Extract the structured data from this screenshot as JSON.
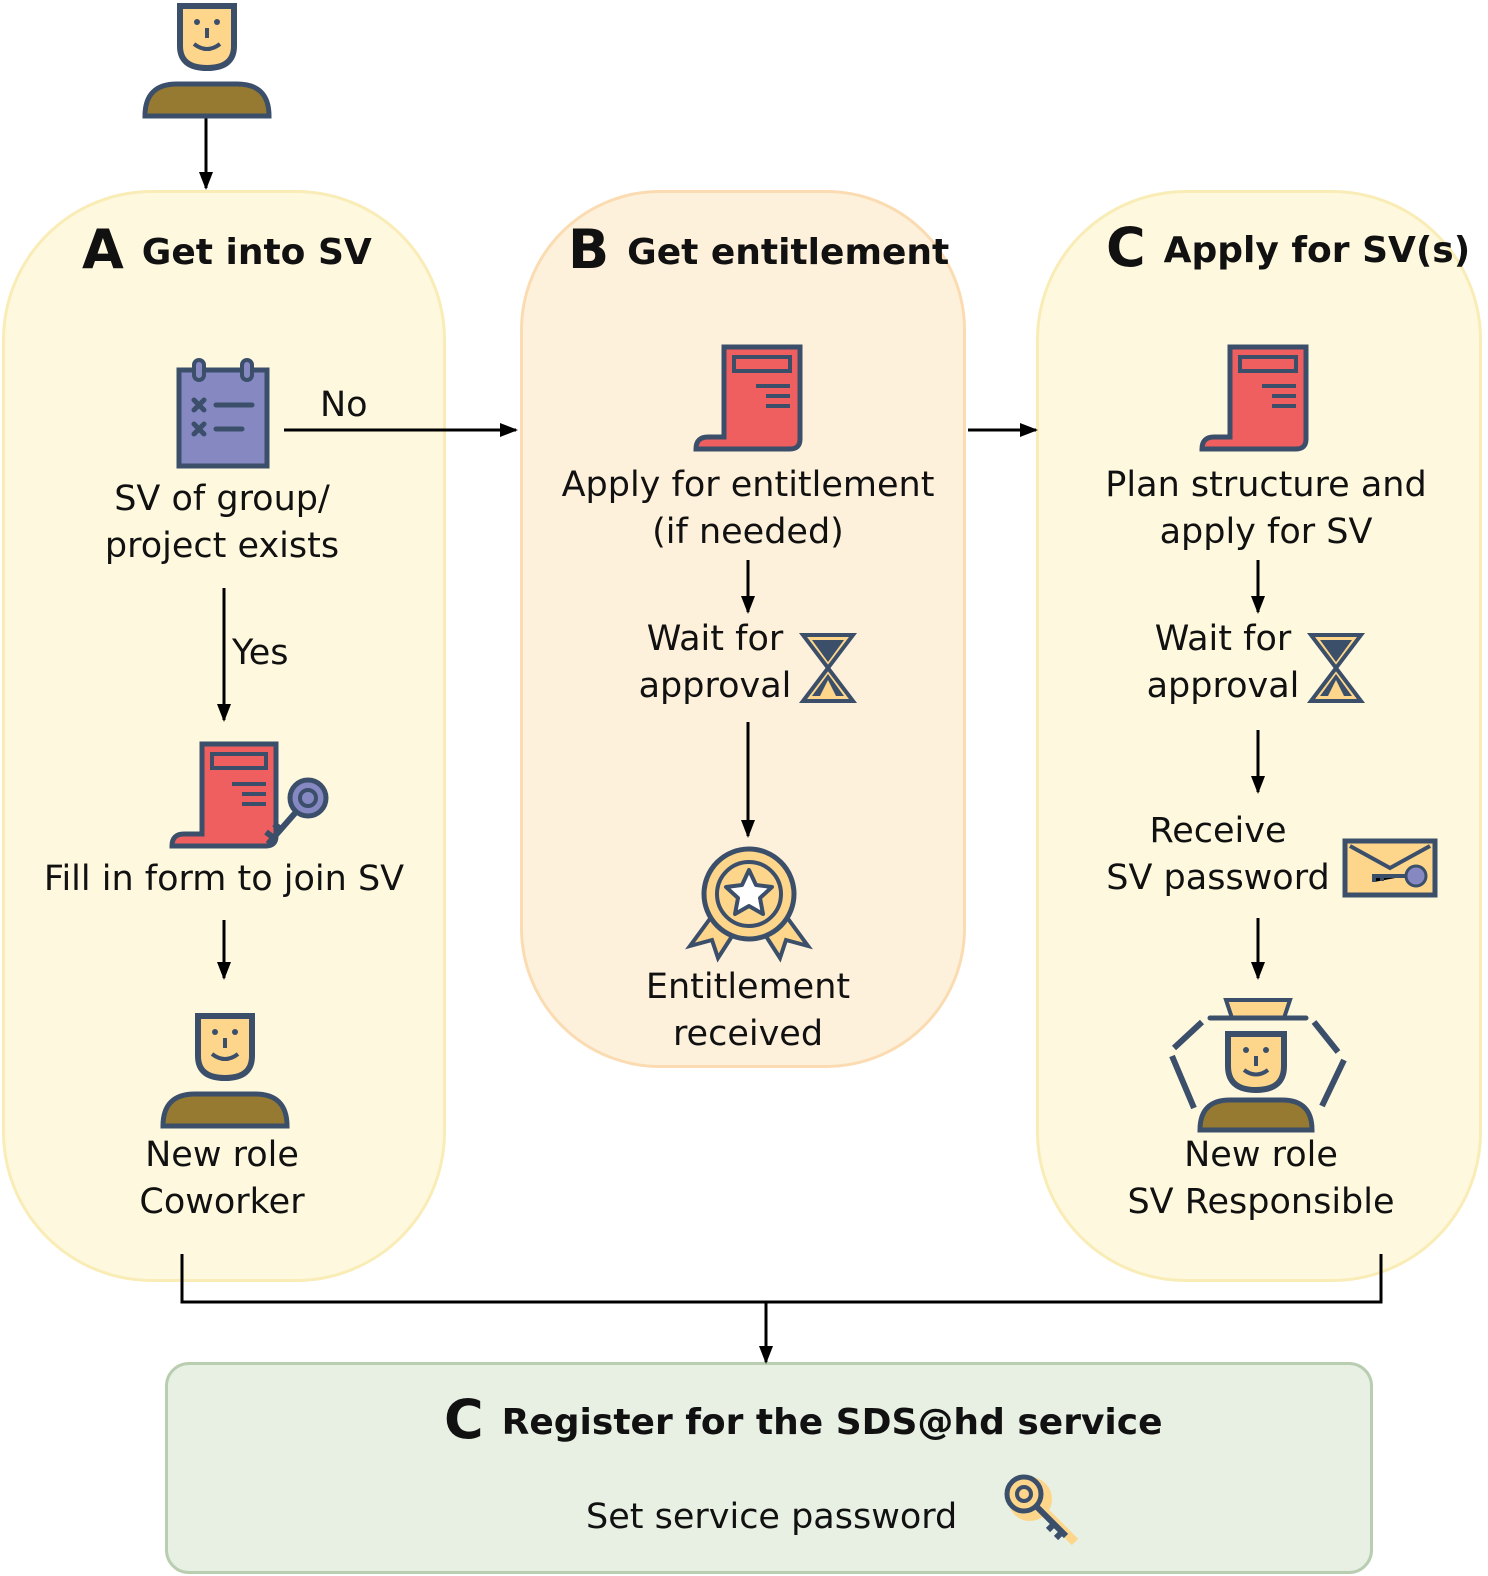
{
  "panels": {
    "a": {
      "letter": "A",
      "title": "Get into SV",
      "decision": "SV of group/\nproject exists",
      "no_label": "No",
      "yes_label": "Yes",
      "form": "Fill in form to join SV",
      "role": "New role\nCoworker"
    },
    "b": {
      "letter": "B",
      "title": "Get entitlement",
      "apply": "Apply for entitlement\n(if needed)",
      "wait": "Wait for\napproval",
      "received": "Entitlement\nreceived"
    },
    "c": {
      "letter": "C",
      "title": "Apply for SV(s)",
      "plan": "Plan structure and\napply for SV",
      "wait": "Wait for\napproval",
      "receive": "Receive\nSV password",
      "role": "New role\nSV Responsible"
    },
    "d": {
      "letter": "C",
      "title": "Register for the SDS@hd service",
      "password": "Set service password"
    }
  },
  "colors": {
    "stroke": "#3b4f6b",
    "skin": "#fdd68b",
    "body": "#977a31",
    "doc": "#ef5f5f",
    "purple": "#8688c2"
  }
}
